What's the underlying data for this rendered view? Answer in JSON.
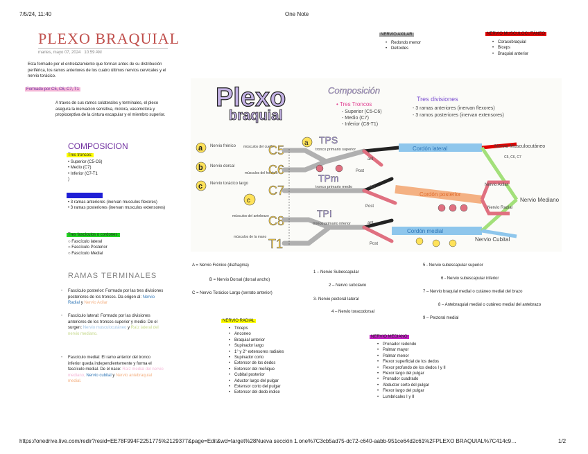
{
  "browser": {
    "datetime": "7/5/24, 11:40",
    "app_title": "One Note",
    "url": "https://onedrive.live.com/redir?resid=EE78F994F2251775%2129377&page=Edit&wd=target%28Nueva sección 1.one%7C3cb5ad75-dc72-c640-aabb-951ce64d2c61%2FPLEXO BRAQUIAL%7C414c9…",
    "page_num": "1/2"
  },
  "note": {
    "title": "PLEXO BRAQUIAL",
    "date": "martes, mayo 07, 2024",
    "time": "10:59 AM",
    "intro": "Esta formado por el entrelazamiento que forman antes de su distribución periférica, los ramos anteriores de los cuatro últimos nervios cervicales y el nervio torácico.",
    "formed_by": "Formado por C5, C6, C7, T1",
    "function": "A traves de sus ramos colaterales y terminales, el plexo asegura la inervacion sensitiva, motora, vasomotora y propioceptiva de la cintura escapular y el miembro superior.",
    "composicion_title": "COMPOSICION",
    "tres_troncos_label": "Tres troncos:",
    "troncos": [
      "Superior (C5-C6)",
      "Medio (C7)",
      "Inferior (C7-T1",
      ")"
    ],
    "ramas_items": [
      "3 ramas anteriores (inervan musculos flexores)",
      "3 ramas posteriores (inervan musculos extensores)"
    ],
    "fasciculos_label": "Tres fascículos o cordones:",
    "fasciculos": [
      "Fascículo lateral",
      "Fascículo Posterior",
      "Fascículo Medial"
    ],
    "ramas_terminales_title": "RAMAS TERMINALES",
    "rt_posterior": {
      "text": "Fascículo posterior: Formado por las tres divisiones posteriores de los troncos. Da origen al:",
      "n1": "Nervio Radial",
      "y": "y",
      "n2": "Nervio Axilar"
    },
    "rt_lateral": {
      "text": "Fascículo lateral: Formado por las divisiones anteriores de los troncos superior y medio: De el surgen:",
      "n1": "Nervio musculocutáneo",
      "y": "y",
      "n2": "Raíz lateral del nervio mediano."
    },
    "rt_medial": {
      "text": "Fascículo medial: El ramo anterior del tronco inferior queda independientemente y forma el fascículo medial. De él nace:",
      "n1": "Raíz medial del nervio mediano,",
      "n2": "Nervio cubital",
      "y": "y",
      "n3": "Nervio antebraquial medial."
    }
  },
  "right_notes": {
    "axilar_label": "NERVIO AXILAR",
    "axilar_items": [
      "Redondo menor",
      "Deltoides"
    ],
    "musculocutaneo_label": "NERVIO MUSCULOCUTÁNEO",
    "musculocutaneo_items": [
      "Coracobraquial",
      "Biceps",
      "Braquial anterior"
    ],
    "letters": [
      "A = Nervio Frénico (diafragma)",
      "B = Nervio Dorsal (dorsal ancho)",
      "C = Nervio Torácico Largo (serrato anterior)"
    ],
    "numbers_mid": [
      "1 – Nervio Subescapular",
      "2 – Nervio subclavio",
      "3- Nervio pectoral lateral",
      "4 – Nervio toracodorsal"
    ],
    "numbers_right": [
      "5 - Nervio subescapular superior",
      "6 - Nervio subescapular inferior",
      "7 – Nervio braquial medial o cutáneo medial del brazo",
      "8 – Antebraquial medial o cutáneo medial del antebrazo",
      "9 – Pectoral medial"
    ],
    "radial_label": "NERVIO RADIAL",
    "radial_items": [
      "Triceps",
      "Anconeo",
      "Braquial anterior",
      "Supinador largo",
      "1° y 2° extensores radiales",
      "Supinador corto",
      "Extensor de los dedos",
      "Extensor del meñique",
      "Cubital posterior",
      "Aductor largo del pulgar",
      "Extensor corto del pulgar",
      "Extensor del dedo indice"
    ],
    "mediano_label": "NERVIO MEDIANO",
    "mediano_items": [
      "Pronador redondo",
      "Palmar mayor",
      "Palmar menor",
      "Flexor superficial de los dedos",
      "Flexor profundo de los dedos I y II",
      "Flexor largo del pulgar",
      "Pronador cuadrado",
      "Abductor corto del pulgar",
      "Flexor largo del pulgar",
      "Lumbricales I y II"
    ]
  },
  "diagram": {
    "title_1": "Plexo",
    "title_2": "braquial",
    "composicion": "Composición",
    "tres_troncos": "• Tres Troncos",
    "troncos": [
      "- Superior (C5-C6)",
      "- Medio (C7)",
      "- Inferior (C8-T1)"
    ],
    "tres_divisiones": "Tres divisiones",
    "divisiones": [
      "- 3 ramas anteriores (inervan flexores)",
      "- 3 ramos posteriores (inervan extensores)"
    ],
    "a_label": "Nervio frénico",
    "b_label": "Nervio dorsal",
    "c_label": "Nervio torácico largo",
    "musc_cuello": "músculos del cuello",
    "musc_hombro": "músculos del hombro",
    "musc_antebrazo": "músculos del antebrazo",
    "musc_mano": "músculos de la mano",
    "roots": [
      "C5",
      "C6",
      "C7",
      "C8",
      "T1"
    ],
    "tps": "TPS",
    "tps_sub": "tronco primario superior",
    "tpm": "TPm",
    "tpm_sub": "tronco primario medio",
    "tpi": "TPI",
    "tpi_sub": "tronco primario inferior",
    "cordon_lateral": "Cordón lateral",
    "cordon_posterior": "Cordón posterior",
    "cordon_medial": "Cordón medial",
    "ant": "ant",
    "post": "Post",
    "n_musculocutaneo": "Nervio Musculocutáneo",
    "n_musculo_roots": "C5, C6, C7",
    "n_axilar": "Nervio Axilar",
    "n_radial": "Nervio Radial",
    "n_mediano": "Nervio Mediano",
    "n_cubital": "Nervio Cubital"
  }
}
